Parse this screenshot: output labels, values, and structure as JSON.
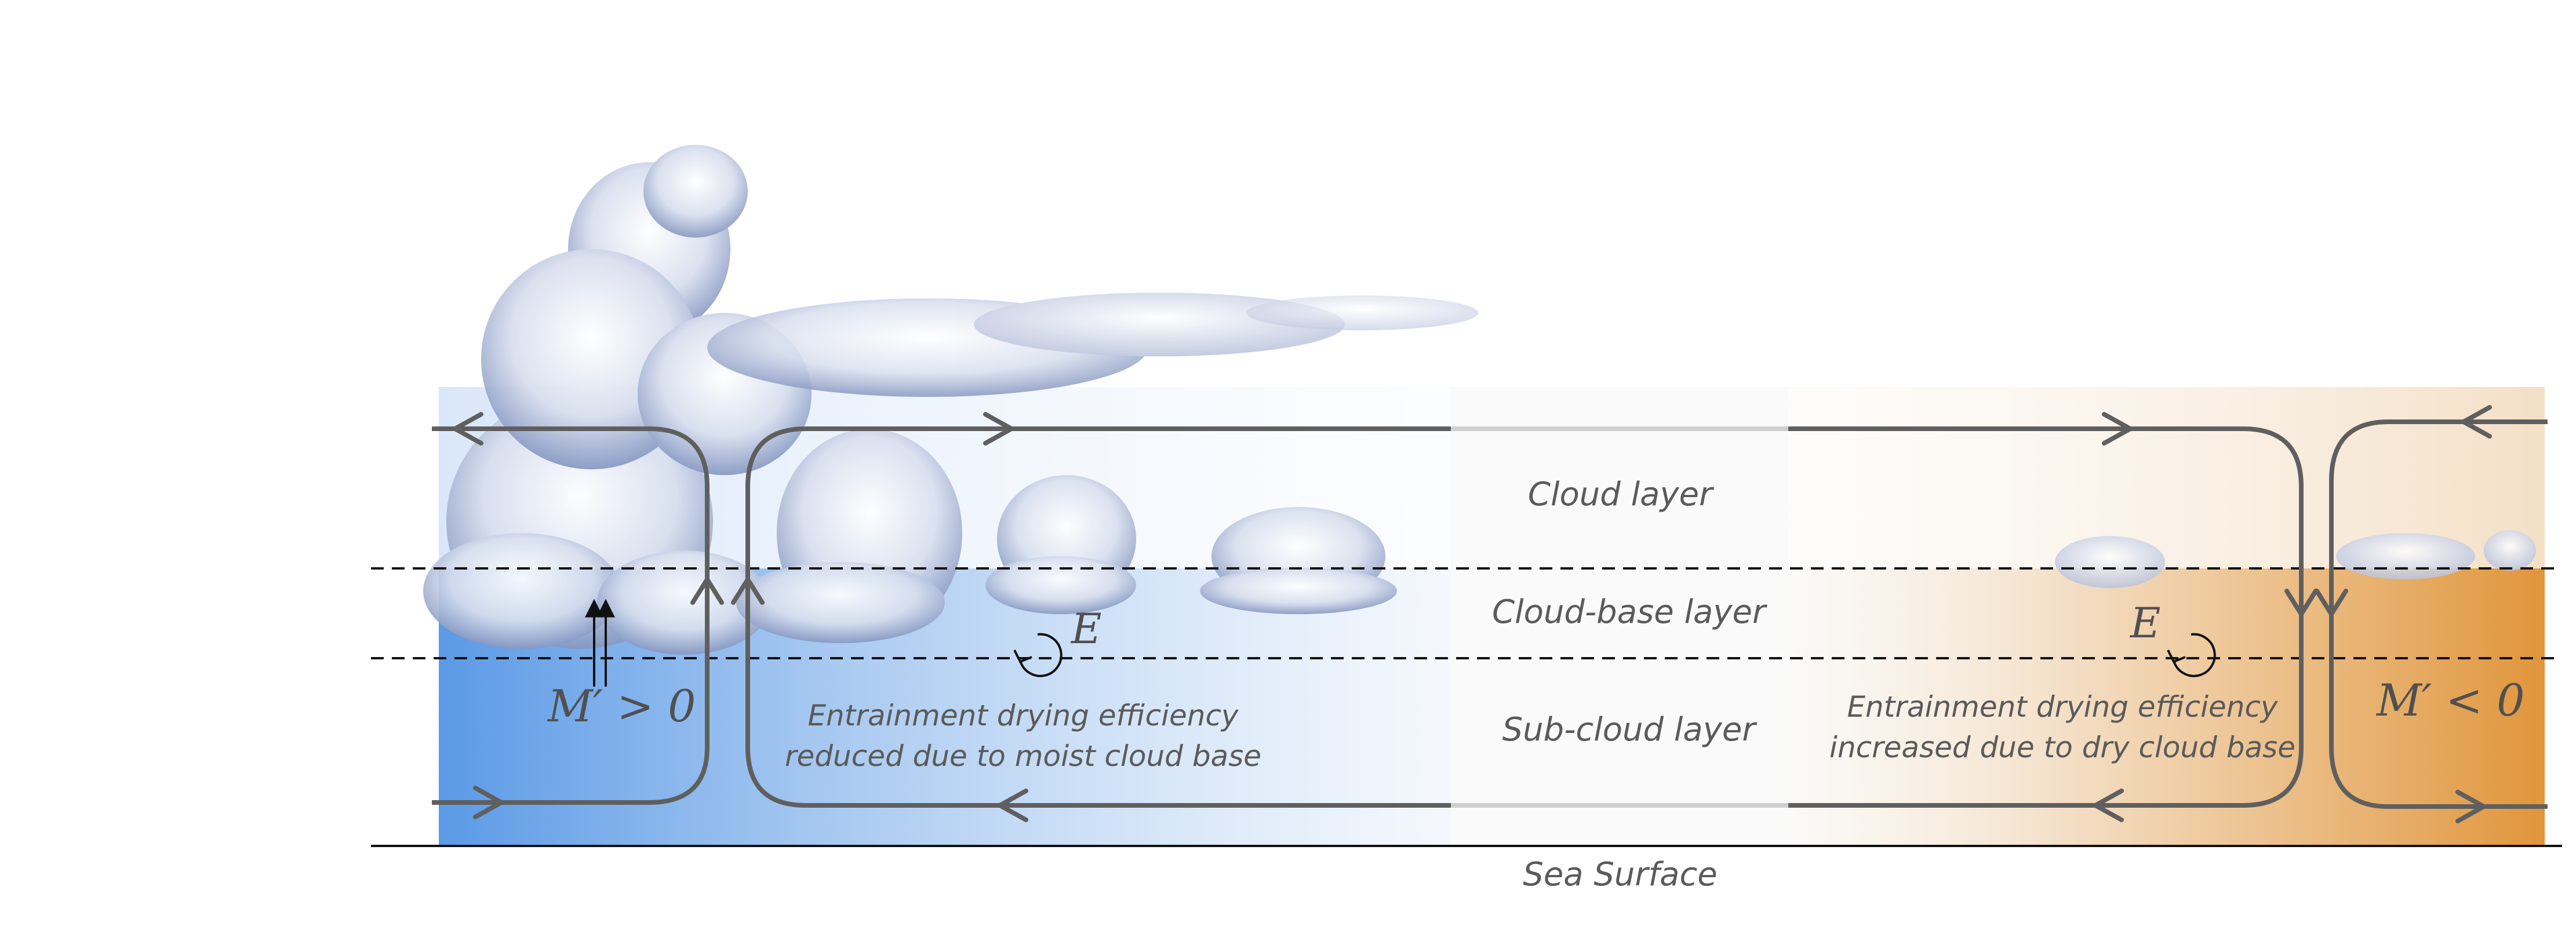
{
  "layers": {
    "cloud_layer": "Cloud layer",
    "cloud_base_layer": "Cloud-base layer",
    "sub_cloud_layer": "Sub-cloud layer",
    "sea_surface": "Sea Surface"
  },
  "left_region": {
    "mass_flux": "M′ > 0",
    "entrainment_symbol": "E",
    "note_line1": "Entrainment drying efficiency",
    "note_line2": "reduced due to moist cloud base"
  },
  "right_region": {
    "mass_flux": "M′ < 0",
    "entrainment_symbol": "E",
    "note_line1": "Entrainment drying efficiency",
    "note_line2": "increased due to dry cloud base"
  },
  "colors": {
    "moist_blue": "#5b9ae6",
    "dry_orange": "#e0953a",
    "circulation_line": "#5f5f5f",
    "text": "#5a5a5a"
  }
}
